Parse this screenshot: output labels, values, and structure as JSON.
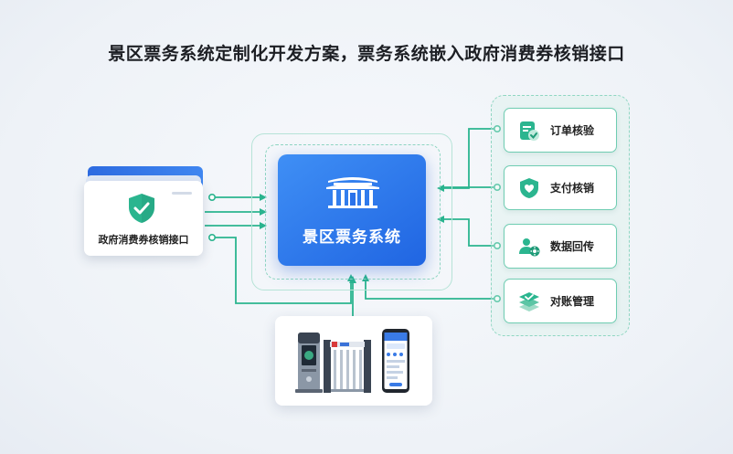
{
  "title": "景区票务系统定制化开发方案，票务系统嵌入政府消费券核销接口",
  "gov_interface": {
    "label": "政府消费券核销接口",
    "icon": "shield-check-icon"
  },
  "system": {
    "label": "景区票务系统",
    "icon": "pagoda-icon"
  },
  "functions": [
    {
      "label": "订单核验",
      "icon": "document-check-icon"
    },
    {
      "label": "支付核销",
      "icon": "heart-shield-icon"
    },
    {
      "label": "数据回传",
      "icon": "gear-users-icon"
    },
    {
      "label": "对账管理",
      "icon": "stacked-layers-check-icon"
    }
  ],
  "hardware": {
    "icons": [
      "ticket-kiosk-icon",
      "turnstile-gate-icon",
      "smartphone-app-icon"
    ]
  },
  "colors": {
    "accent_green": "#2bb58f",
    "system_blue": "#2a72ea",
    "title": "#1d1f24"
  }
}
